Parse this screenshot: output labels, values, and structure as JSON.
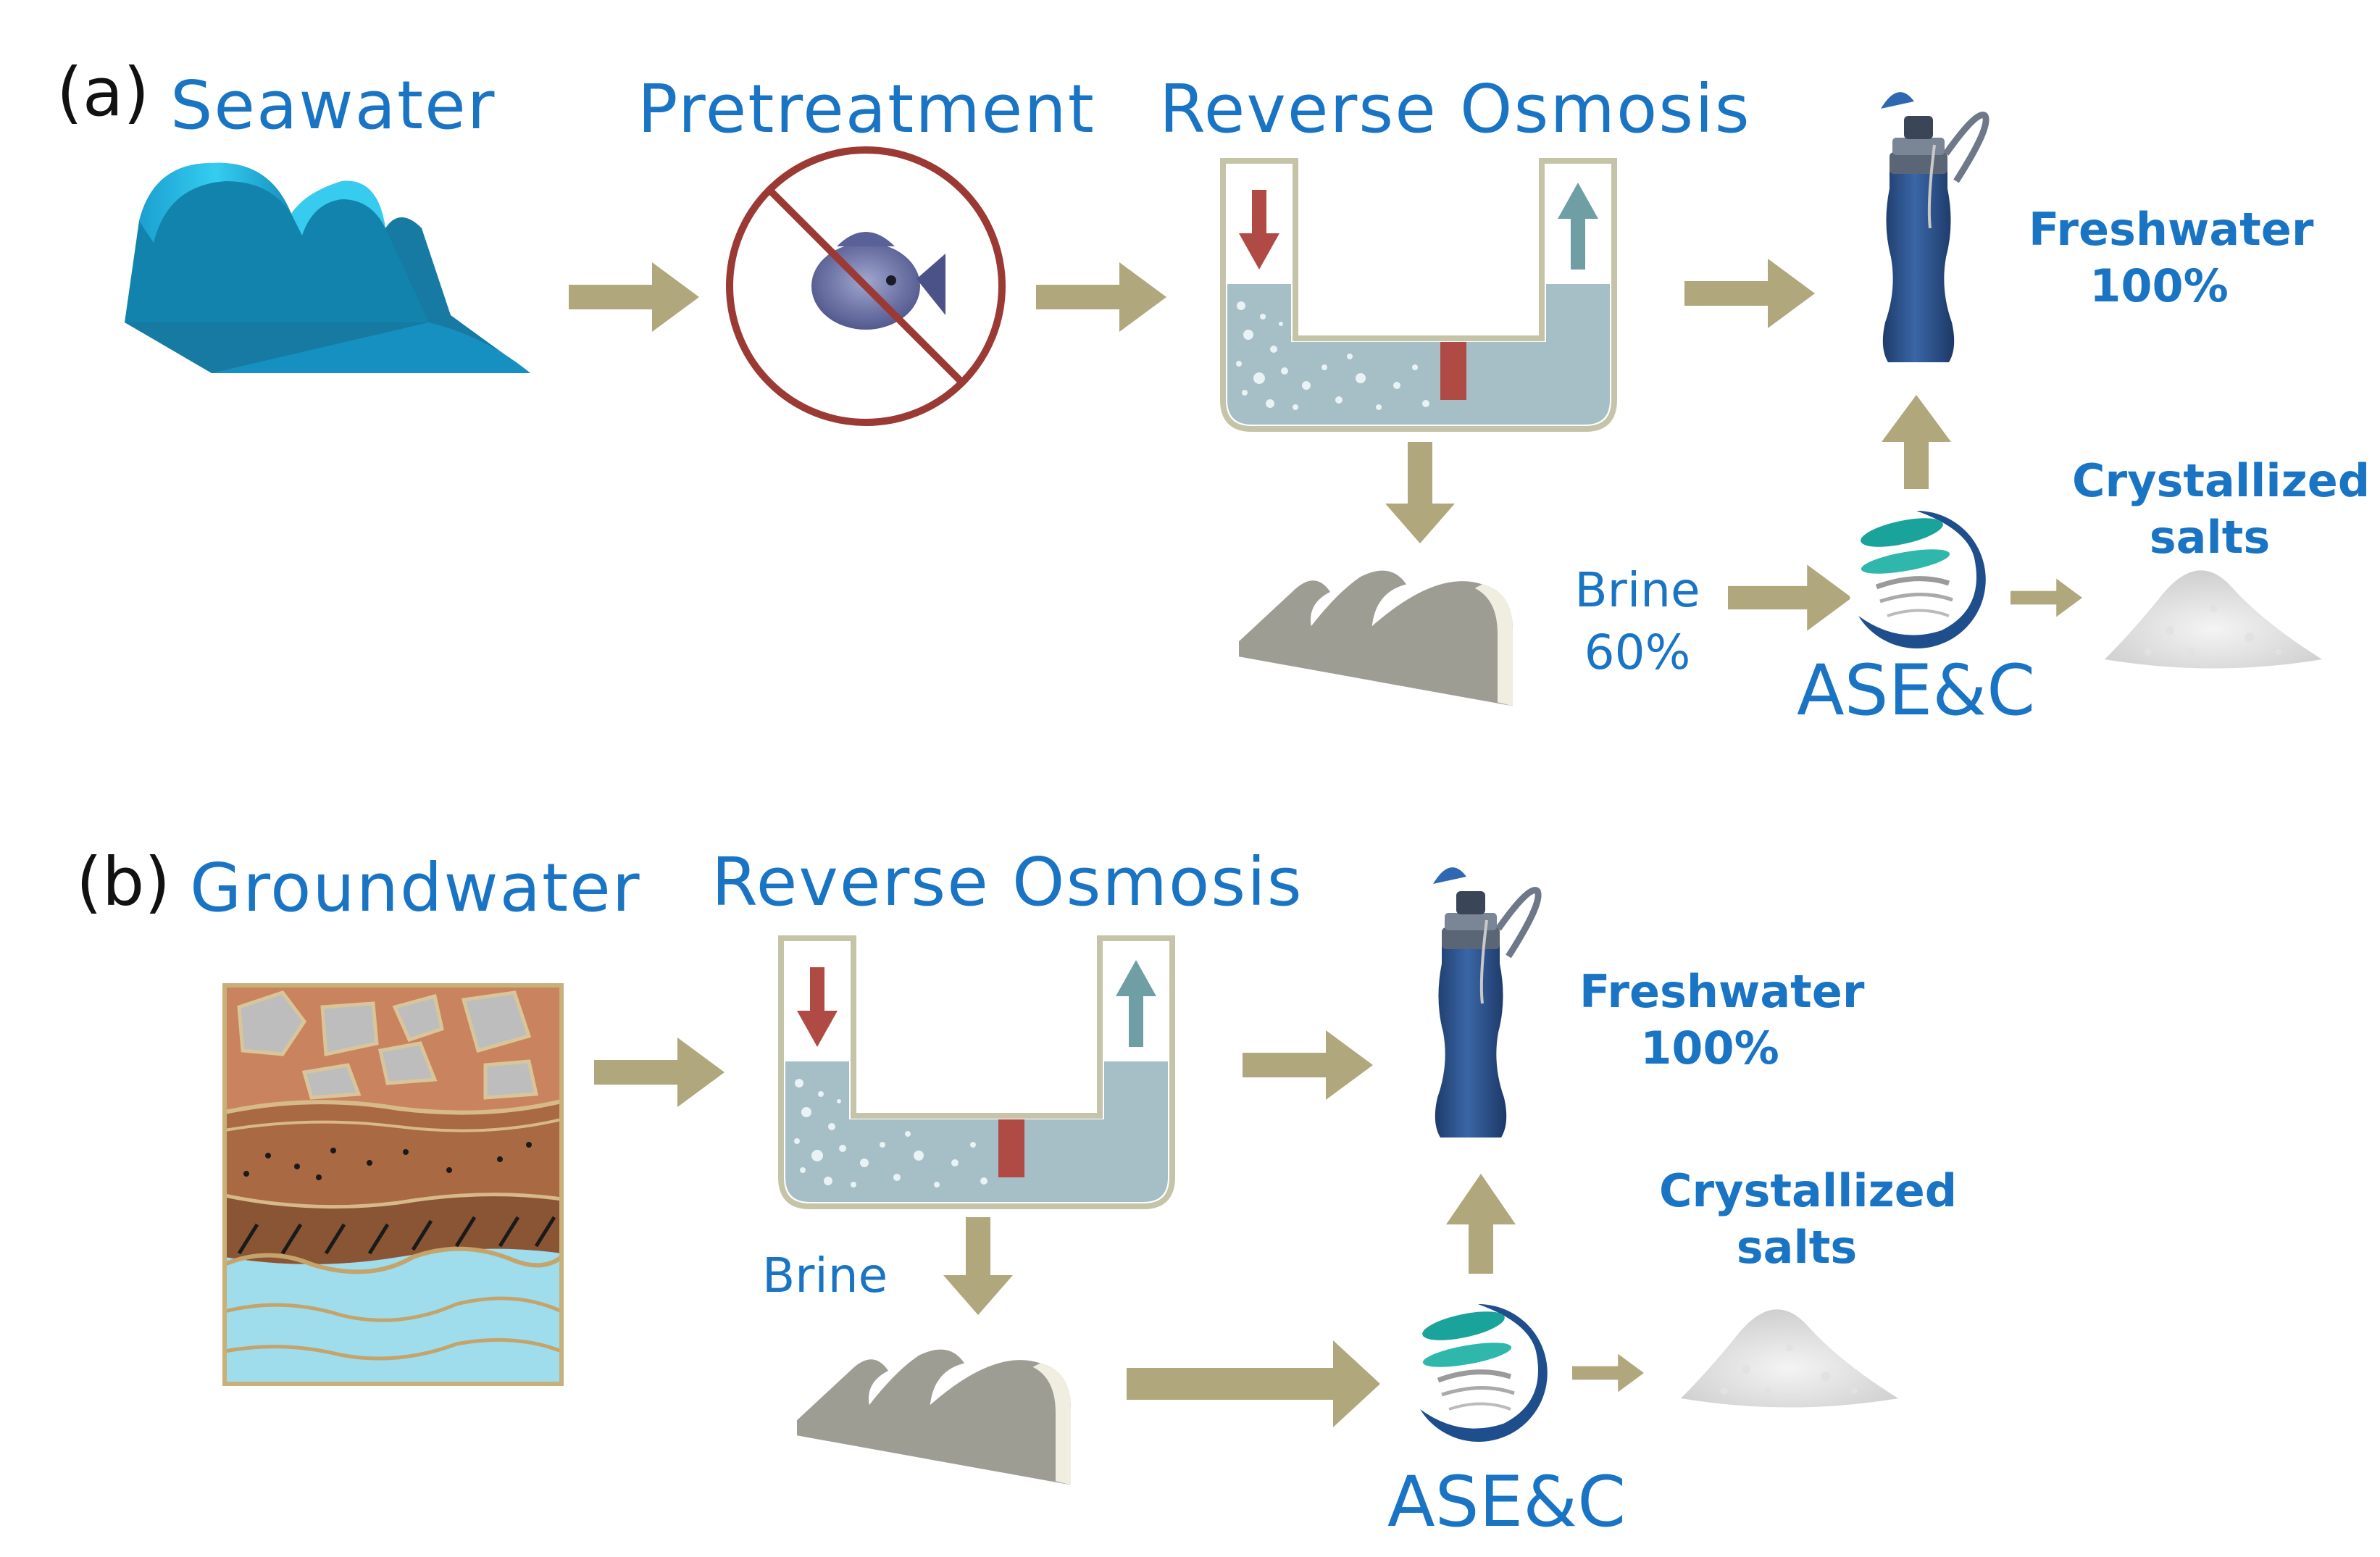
{
  "panel_a": {
    "tag": "(a)",
    "seawater": "Seawater",
    "pretreatment": "Pretreatment",
    "reverse_osmosis": "Reverse Osmosis",
    "freshwater": "Freshwater",
    "freshwater_pct": "100%",
    "brine": "Brine",
    "brine_pct": "60%",
    "ase": "ASE&C",
    "crystallized": "Crystallized",
    "salts": "salts"
  },
  "panel_b": {
    "tag": "(b)",
    "groundwater": "Groundwater",
    "reverse_osmosis": "Reverse Osmosis",
    "freshwater": "Freshwater",
    "freshwater_pct": "100%",
    "brine": "Brine",
    "ase": "ASE&C",
    "crystallized": "Crystallized",
    "salts": "salts"
  },
  "colors": {
    "label_blue": "#1a74c4",
    "arrow_khaki": "#b0a77d",
    "seawater_cyan": "#29c4ea",
    "brine_grey": "#9e9d94",
    "bottle_blue": "#2b4f86",
    "no_sign_red": "#9b3a34",
    "membrane_red": "#b04a45",
    "teal_arrow": "#6f9fa5"
  },
  "icons": [
    "seawater-wave-icon",
    "no-fish-icon",
    "reverse-osmosis-u-tube-icon",
    "water-bottle-icon",
    "brine-wave-icon",
    "ase-logo-icon",
    "salt-pile-icon",
    "soil-layers-icon",
    "flow-arrow-icon"
  ]
}
